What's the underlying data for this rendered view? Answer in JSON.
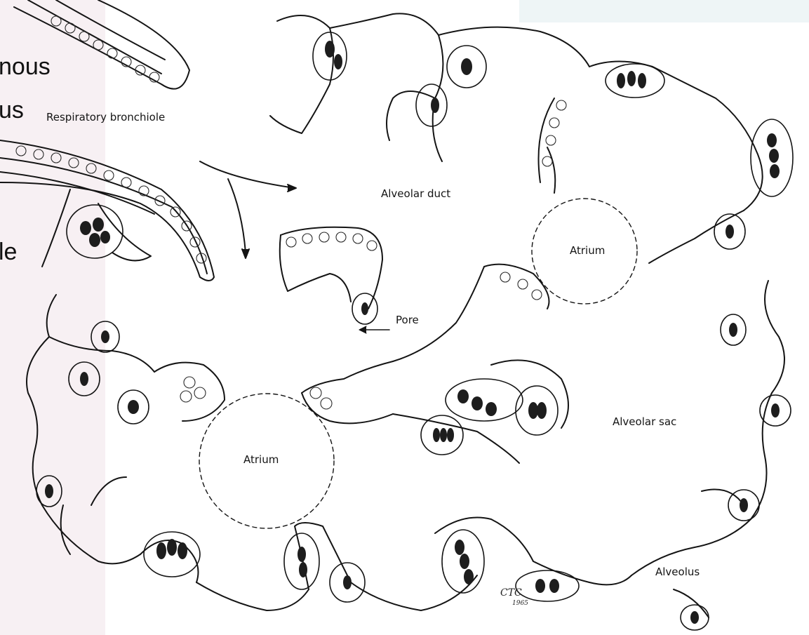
{
  "slide": {
    "partial_text_lines": [
      "nous",
      "us",
      "le"
    ],
    "colors": {
      "background": "#ffffff",
      "left_panel_tint": "#f1e3ea",
      "top_right_box": "#eef5f6",
      "ink": "#141414"
    }
  },
  "figure": {
    "labels": {
      "respiratory_bronchiole": "Respiratory bronchiole",
      "alveolar_duct": "Alveolar duct",
      "atrium_upper": "Atrium",
      "pore": "Pore",
      "alveolar_sac": "Alveolar sac",
      "atrium_lower": "Atrium",
      "alveolus": "Alveolus"
    },
    "signature": {
      "initials": "CTC",
      "year": "1965"
    }
  }
}
